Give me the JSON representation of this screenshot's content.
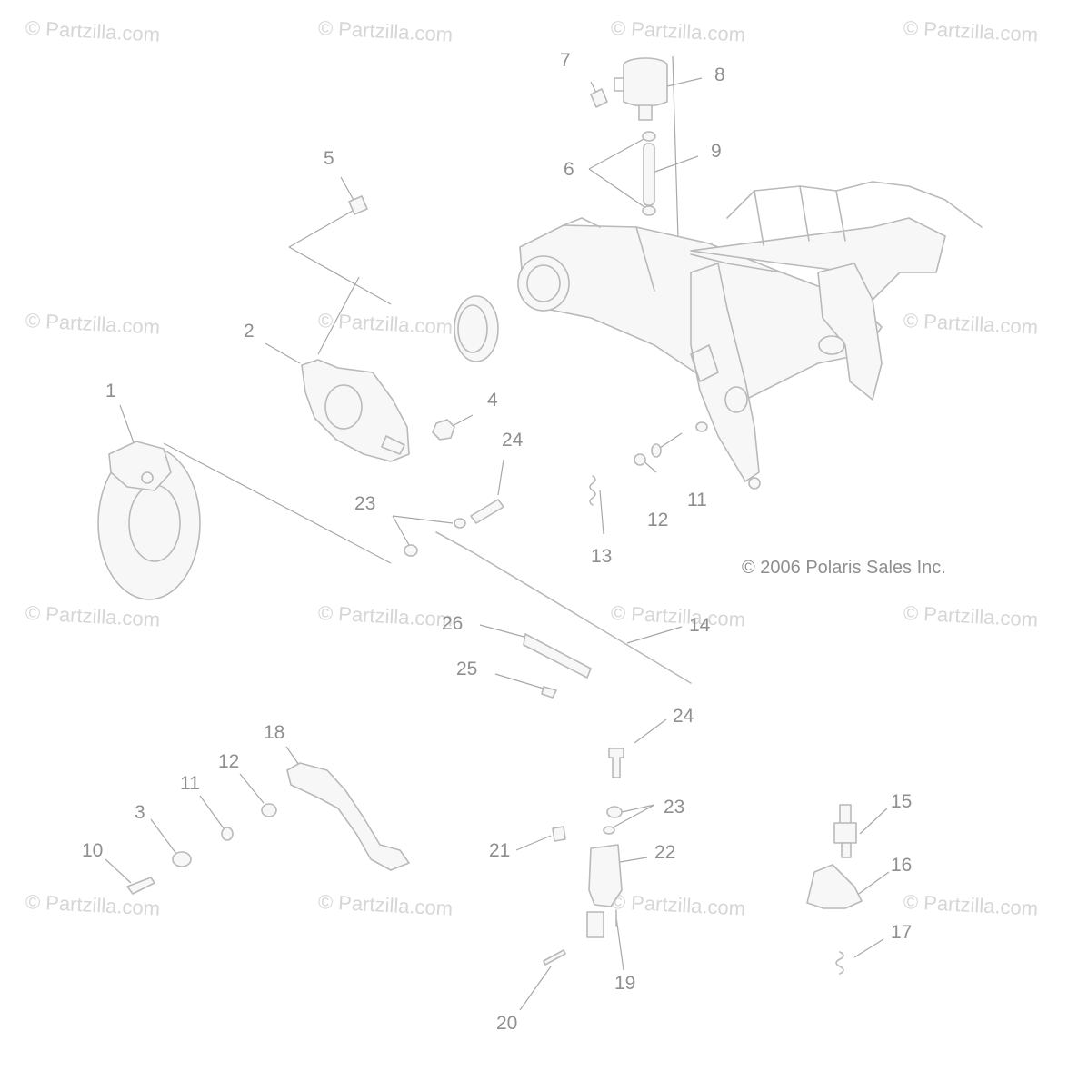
{
  "watermark": {
    "text": "© Partzilla.com"
  },
  "copyright": "© 2006 Polaris Sales Inc.",
  "callouts": {
    "c1": "1",
    "c2": "2",
    "c3": "3",
    "c4": "4",
    "c5": "5",
    "c6": "6",
    "c7": "7",
    "c8": "8",
    "c9": "9",
    "c10": "10",
    "c11a": "11",
    "c11b": "11",
    "c12a": "12",
    "c12b": "12",
    "c13": "13",
    "c14": "14",
    "c15": "15",
    "c16": "16",
    "c17": "17",
    "c18": "18",
    "c19": "19",
    "c20": "20",
    "c21": "21",
    "c22": "22",
    "c23a": "23",
    "c23b": "23",
    "c24a": "24",
    "c24b": "24",
    "c25": "25",
    "c26": "26"
  }
}
